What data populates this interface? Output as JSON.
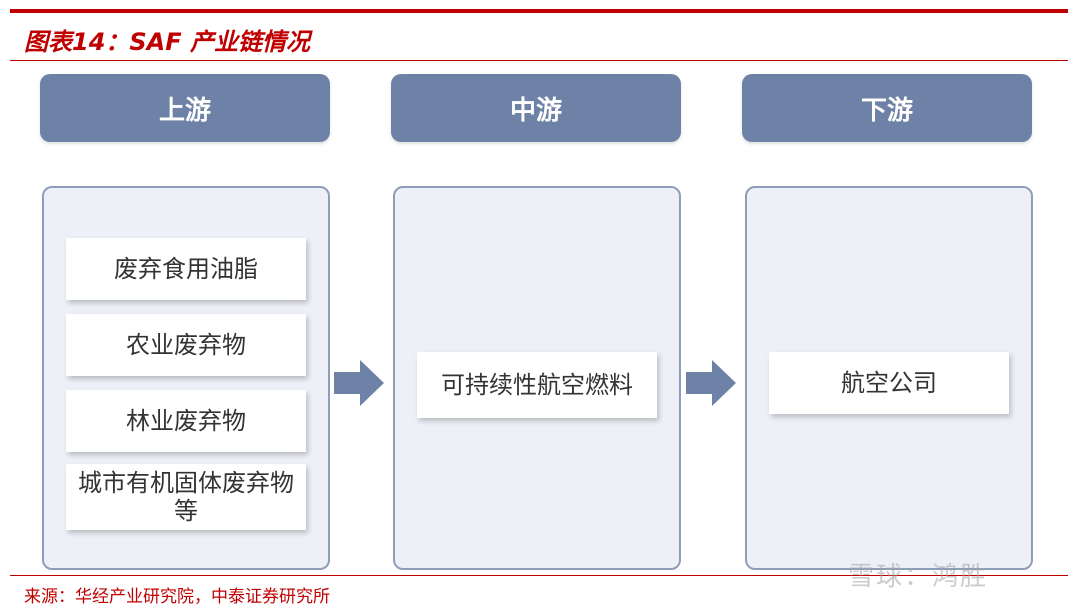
{
  "title": "图表14：SAF 产业链情况",
  "source": "来源：华经产业研究院，中泰证券研究所",
  "stages": [
    {
      "header": "上游",
      "items": [
        "废弃食用油脂",
        "农业废弃物",
        "林业废弃物",
        "城市有机固体废弃物等"
      ]
    },
    {
      "header": "中游",
      "items": [
        "可持续性航空燃料"
      ]
    },
    {
      "header": "下游",
      "items": [
        "航空公司"
      ]
    }
  ],
  "watermark": "雪球：鸿胜",
  "colors": {
    "accent": "#c00000",
    "header": "#6e81a7",
    "panel": "#edf1f7",
    "arrow": "#6e81a7"
  }
}
